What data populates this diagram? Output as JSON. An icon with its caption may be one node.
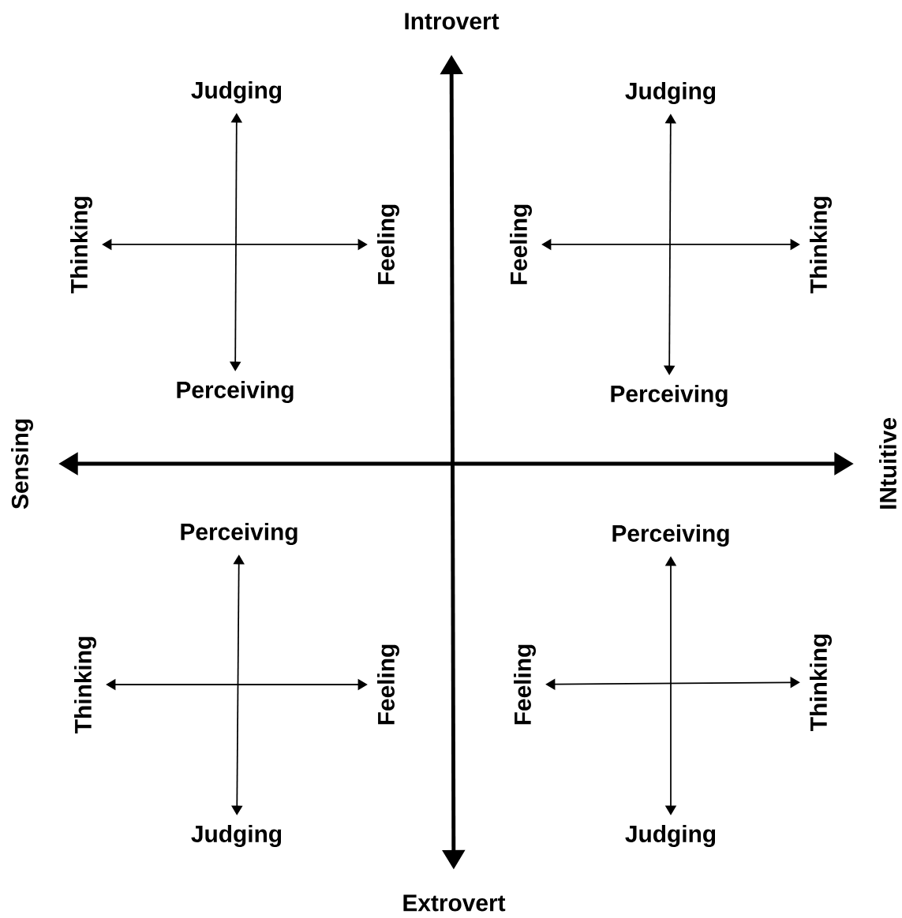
{
  "diagram": {
    "nodes": [
      {
        "text": [
          "Introvert"
        ]
      },
      {
        "text": [
          "Judging"
        ]
      },
      {
        "text": [
          "Judging"
        ]
      },
      {
        "text": [
          "Thinking"
        ]
      },
      {
        "text": [
          "Feeling"
        ]
      },
      {
        "text": [
          "Feeling"
        ]
      },
      {
        "text": [
          "Thinking"
        ]
      },
      {
        "text": [
          "Perceiving"
        ]
      },
      {
        "text": [
          "Perceiving"
        ]
      },
      {
        "text": [
          "Sensing"
        ]
      },
      {
        "text": [
          "INtuitive"
        ]
      },
      {
        "text": [
          "Perceiving"
        ]
      },
      {
        "text": [
          "Perceiving"
        ]
      },
      {
        "text": [
          "Thinking"
        ]
      },
      {
        "text": [
          "Feeling"
        ]
      },
      {
        "text": [
          "Feeling"
        ]
      },
      {
        "text": [
          "Thinking"
        ]
      },
      {
        "text": [
          "Judging"
        ]
      },
      {
        "text": [
          "Judging"
        ]
      },
      {
        "text": [
          "Extrovert"
        ]
      }
    ],
    "edges": [
      {
        "from": 0,
        "to": 19,
        "arrow": "both",
        "style": "thick"
      },
      {
        "from": 9,
        "to": 10,
        "arrow": "both",
        "style": "thick"
      },
      {
        "from": 1,
        "to": 7,
        "arrow": "both"
      },
      {
        "from": 3,
        "to": 4,
        "arrow": "both"
      },
      {
        "from": 2,
        "to": 8,
        "arrow": "both"
      },
      {
        "from": 5,
        "to": 6,
        "arrow": "both"
      },
      {
        "from": 11,
        "to": 17,
        "arrow": "both"
      },
      {
        "from": 13,
        "to": 14,
        "arrow": "both"
      },
      {
        "from": 12,
        "to": 18,
        "arrow": "both"
      },
      {
        "from": 15,
        "to": 16,
        "arrow": "both"
      }
    ]
  }
}
